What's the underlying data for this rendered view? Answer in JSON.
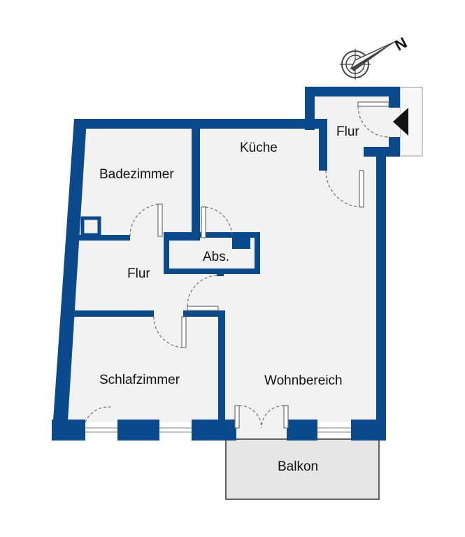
{
  "colors": {
    "wall": "#0a4a8c",
    "floor": "#f2f2f2",
    "balcony": "#e6e6e6",
    "door": "#6d6d6d",
    "compass": "#444444"
  },
  "compass": {
    "north_label": "N",
    "icon": "compass-icon"
  },
  "rooms": {
    "badezimmer": "Badezimmer",
    "kueche": "Küche",
    "flur_top": "Flur",
    "flur_mid": "Flur",
    "abs": "Abs.",
    "schlafzimmer": "Schlafzimmer",
    "wohnbereich": "Wohnbereich",
    "balkon": "Balkon"
  },
  "entrance_icon": "entrance-triangle-icon"
}
